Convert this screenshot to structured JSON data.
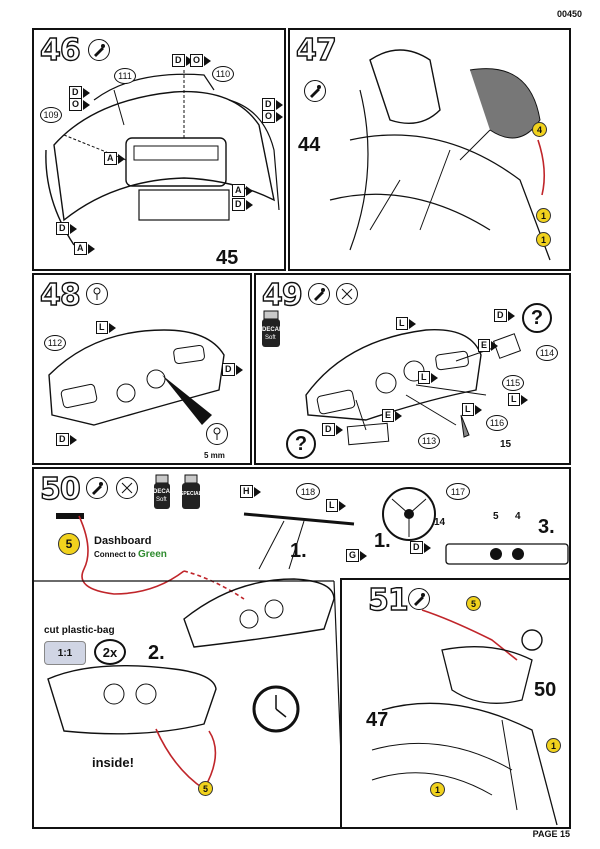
{
  "page": {
    "code": "00450",
    "footer": "PAGE 15"
  },
  "colors": {
    "yellow": "#f1d21d",
    "red": "#c0252a",
    "green": "#2e8b2e"
  },
  "steps": {
    "s46": {
      "number": "46",
      "parts": [
        "111",
        "110",
        "109"
      ],
      "assembly_number": "45",
      "letters": {
        "d": "D",
        "o": "O",
        "a": "A"
      }
    },
    "s47": {
      "number": "47",
      "assembly_number": "44",
      "bubble_4": "4",
      "bubble_1": "1"
    },
    "s48": {
      "number": "48",
      "parts": [
        "112"
      ],
      "letters": {
        "l": "L",
        "d": "D"
      },
      "size": "5 mm"
    },
    "s49": {
      "number": "49",
      "decal": "DECAL",
      "decal_sub": "Soft",
      "parts": [
        "114",
        "115",
        "116",
        "113"
      ],
      "part_15": "15",
      "letters": {
        "d": "D",
        "e": "E",
        "l": "L"
      },
      "question": "?"
    },
    "s50": {
      "number": "50",
      "decal": "DECAL",
      "decal_sub": "Soft",
      "special": "SPECIAL",
      "parts": [
        "118",
        "117"
      ],
      "part_14": "14",
      "letters": {
        "h": "H",
        "l": "L",
        "g": "G",
        "d": "D"
      },
      "dashboard": "Dashboard",
      "connect": "Connect to",
      "green": "Green",
      "bubble_5": "5",
      "sub1a": "1.",
      "sub1b": "1.",
      "sub2": "2.",
      "sub3": "3.",
      "gauge5": "5",
      "gauge4": "4",
      "cut": "cut plastic-bag",
      "scale": "1:1",
      "times": "2x",
      "inside": "inside!"
    },
    "s51": {
      "number": "51",
      "ref50": "50",
      "ref47": "47",
      "bubble_5": "5",
      "bubble_1": "1"
    }
  }
}
